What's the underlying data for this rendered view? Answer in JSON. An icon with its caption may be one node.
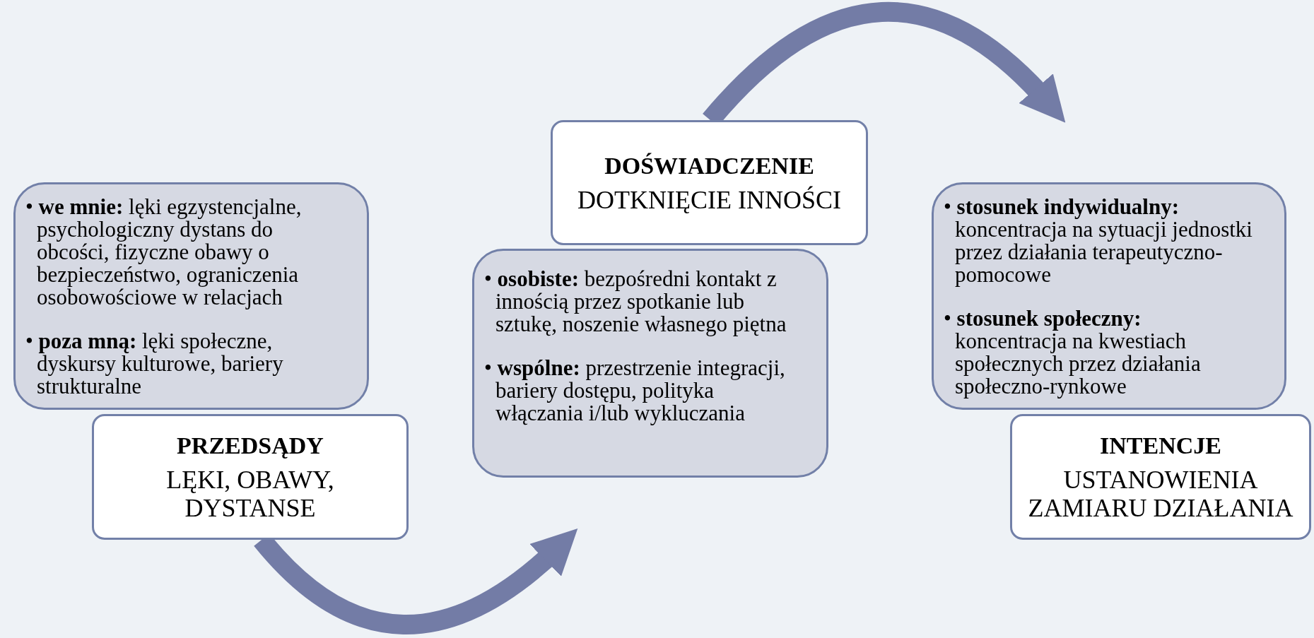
{
  "diagram": {
    "nodes": [
      {
        "text": [
          "• **we mnie:** lęki egzystencjalne, psychologiczny dystans do obcości, fizyczne obawy o bezpieczeństwo, ograniczenia osobowościowe w relacjach",
          "• **poza mną:** lęki społeczne, dyskursy kulturowe, bariery strukturalne"
        ]
      },
      {
        "text": [
          "PRZEDSĄDY",
          "LĘKI, OBAWY, DYSTANSE"
        ]
      },
      {
        "text": [
          "• **osobiste:** bezpośredni kontakt z innością przez spotkanie lub sztukę, noszenie własnego piętna",
          "• **wspólne:** przestrzenie integracji, bariery dostępu, polityka włączania i/lub wykluczania"
        ]
      },
      {
        "text": [
          "DOŚWIADCZENIE",
          "DOTKNIĘCIE INNOŚCI"
        ]
      },
      {
        "text": [
          "• **stosunek indywidualny:** koncentracja na sytuacji jednostki przez działania terapeutyczno-pomocowe",
          "• **stosunek społeczny:** koncentracja na kwestiach społecznych przez działania społeczno-rynkowe"
        ]
      },
      {
        "text": [
          "INTENCJE",
          "USTANOWIENIA ZAMIARU DZIAŁANIA"
        ]
      }
    ],
    "edges": [
      {
        "from": 1,
        "to": 2,
        "arrow": "to"
      },
      {
        "from": 3,
        "to": 4,
        "arrow": "to"
      }
    ]
  }
}
